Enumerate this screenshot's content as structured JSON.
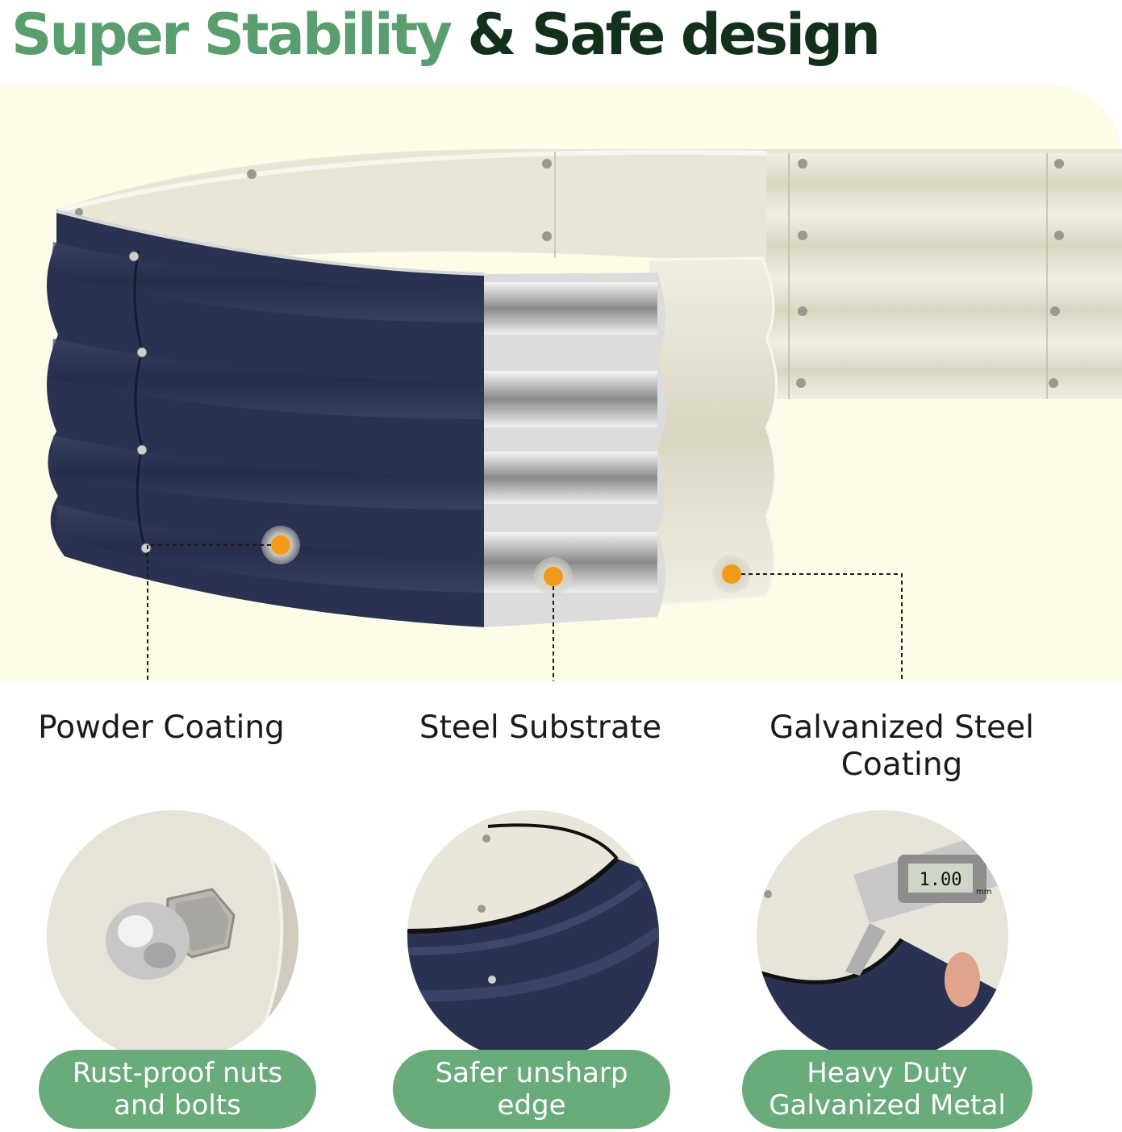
{
  "title": {
    "accent": "Super Stability",
    "rest": "& Safe design"
  },
  "colors": {
    "accent_green": "#5a9e6f",
    "title_dark": "#12301c",
    "panel_bg": "#fcfce9",
    "pill_green": "#6aab7c",
    "marker_orange": "#f39a1a",
    "navy": "#2a3252",
    "cream": "#e6e2cf"
  },
  "layers": [
    {
      "label": "Powder Coating",
      "icon": "orange-dot-marker"
    },
    {
      "label": "Steel Substrate",
      "icon": "orange-dot-marker"
    },
    {
      "label_line1": "Galvanized Steel",
      "label_line2": "Coating",
      "icon": "orange-dot-marker"
    }
  ],
  "features": [
    {
      "line1": "Rust-proof nuts",
      "line2": "and bolts",
      "image": "acorn-nut-photo"
    },
    {
      "line1": "Safer unsharp",
      "line2": "edge",
      "image": "rolled-edge-photo"
    },
    {
      "line1": "Heavy Duty",
      "line2": "Galvanized Metal",
      "image": "caliper-photo",
      "caliper_reading": "1.00",
      "caliper_unit": "mm"
    }
  ]
}
